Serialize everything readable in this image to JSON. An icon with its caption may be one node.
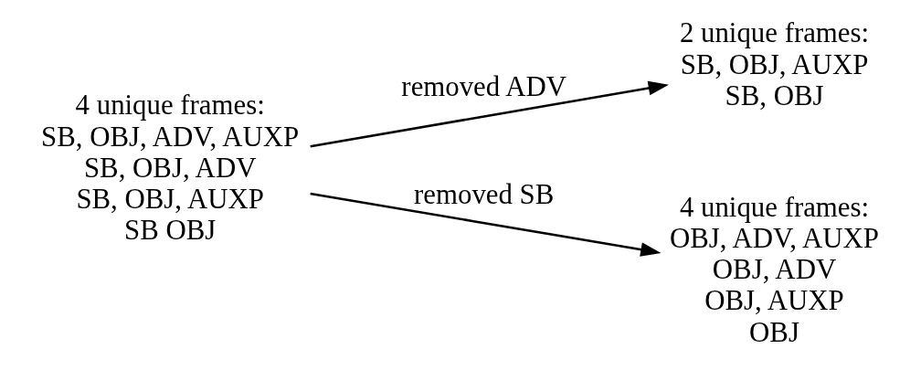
{
  "diagram": {
    "nodes": [
      {
        "text": [
          "4 unique frames:",
          "SB, OBJ, ADV, AUXP",
          "SB, OBJ, ADV",
          "SB, OBJ, AUXP",
          "SB OBJ"
        ]
      },
      {
        "text": [
          "2 unique frames:",
          "SB, OBJ, AUXP",
          "SB, OBJ"
        ]
      },
      {
        "text": [
          "4 unique frames:",
          "OBJ, ADV, AUXP",
          "OBJ, ADV",
          "OBJ, AUXP",
          "OBJ"
        ]
      }
    ],
    "edges": [
      {
        "from": 0,
        "to": 1,
        "arrow": "to",
        "label": "removed ADV"
      },
      {
        "from": 0,
        "to": 2,
        "arrow": "to",
        "label": "removed SB"
      }
    ]
  }
}
